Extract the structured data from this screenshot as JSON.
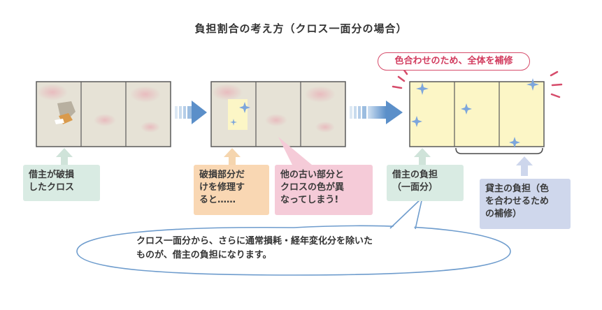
{
  "title": "負担割合の考え方（クロス一面分の場合）",
  "note": "色合わせのため、全体を補修",
  "labels": {
    "damaged_cloth": "借主が破損\nしたクロス",
    "partial_repair": "破損部分だ\nけを修理す\nると……",
    "color_mismatch": "他の古い部分と\nクロスの色が異\nなってしまう!",
    "tenant_burden": "借主の負担\n（一面分）",
    "landlord_burden": "貸主の負担（色\nを合わせるため\nの補修）"
  },
  "bubble": "クロス一面分から、さらに通常損耗・経年変化分を除いた\nものが、借主の負担になります。",
  "colors": {
    "wall_old": "#e6e2d6",
    "wall_new": "#fcf6c6",
    "green_label": "#d9ebe3",
    "orange_label": "#f9d7b3",
    "pink_label": "#f5cbd8",
    "blue_label": "#cfd7ec",
    "accent_pink": "#d64b6a",
    "arrow_blue": "#6e9ccd",
    "sparkle": "#7da6dc"
  }
}
